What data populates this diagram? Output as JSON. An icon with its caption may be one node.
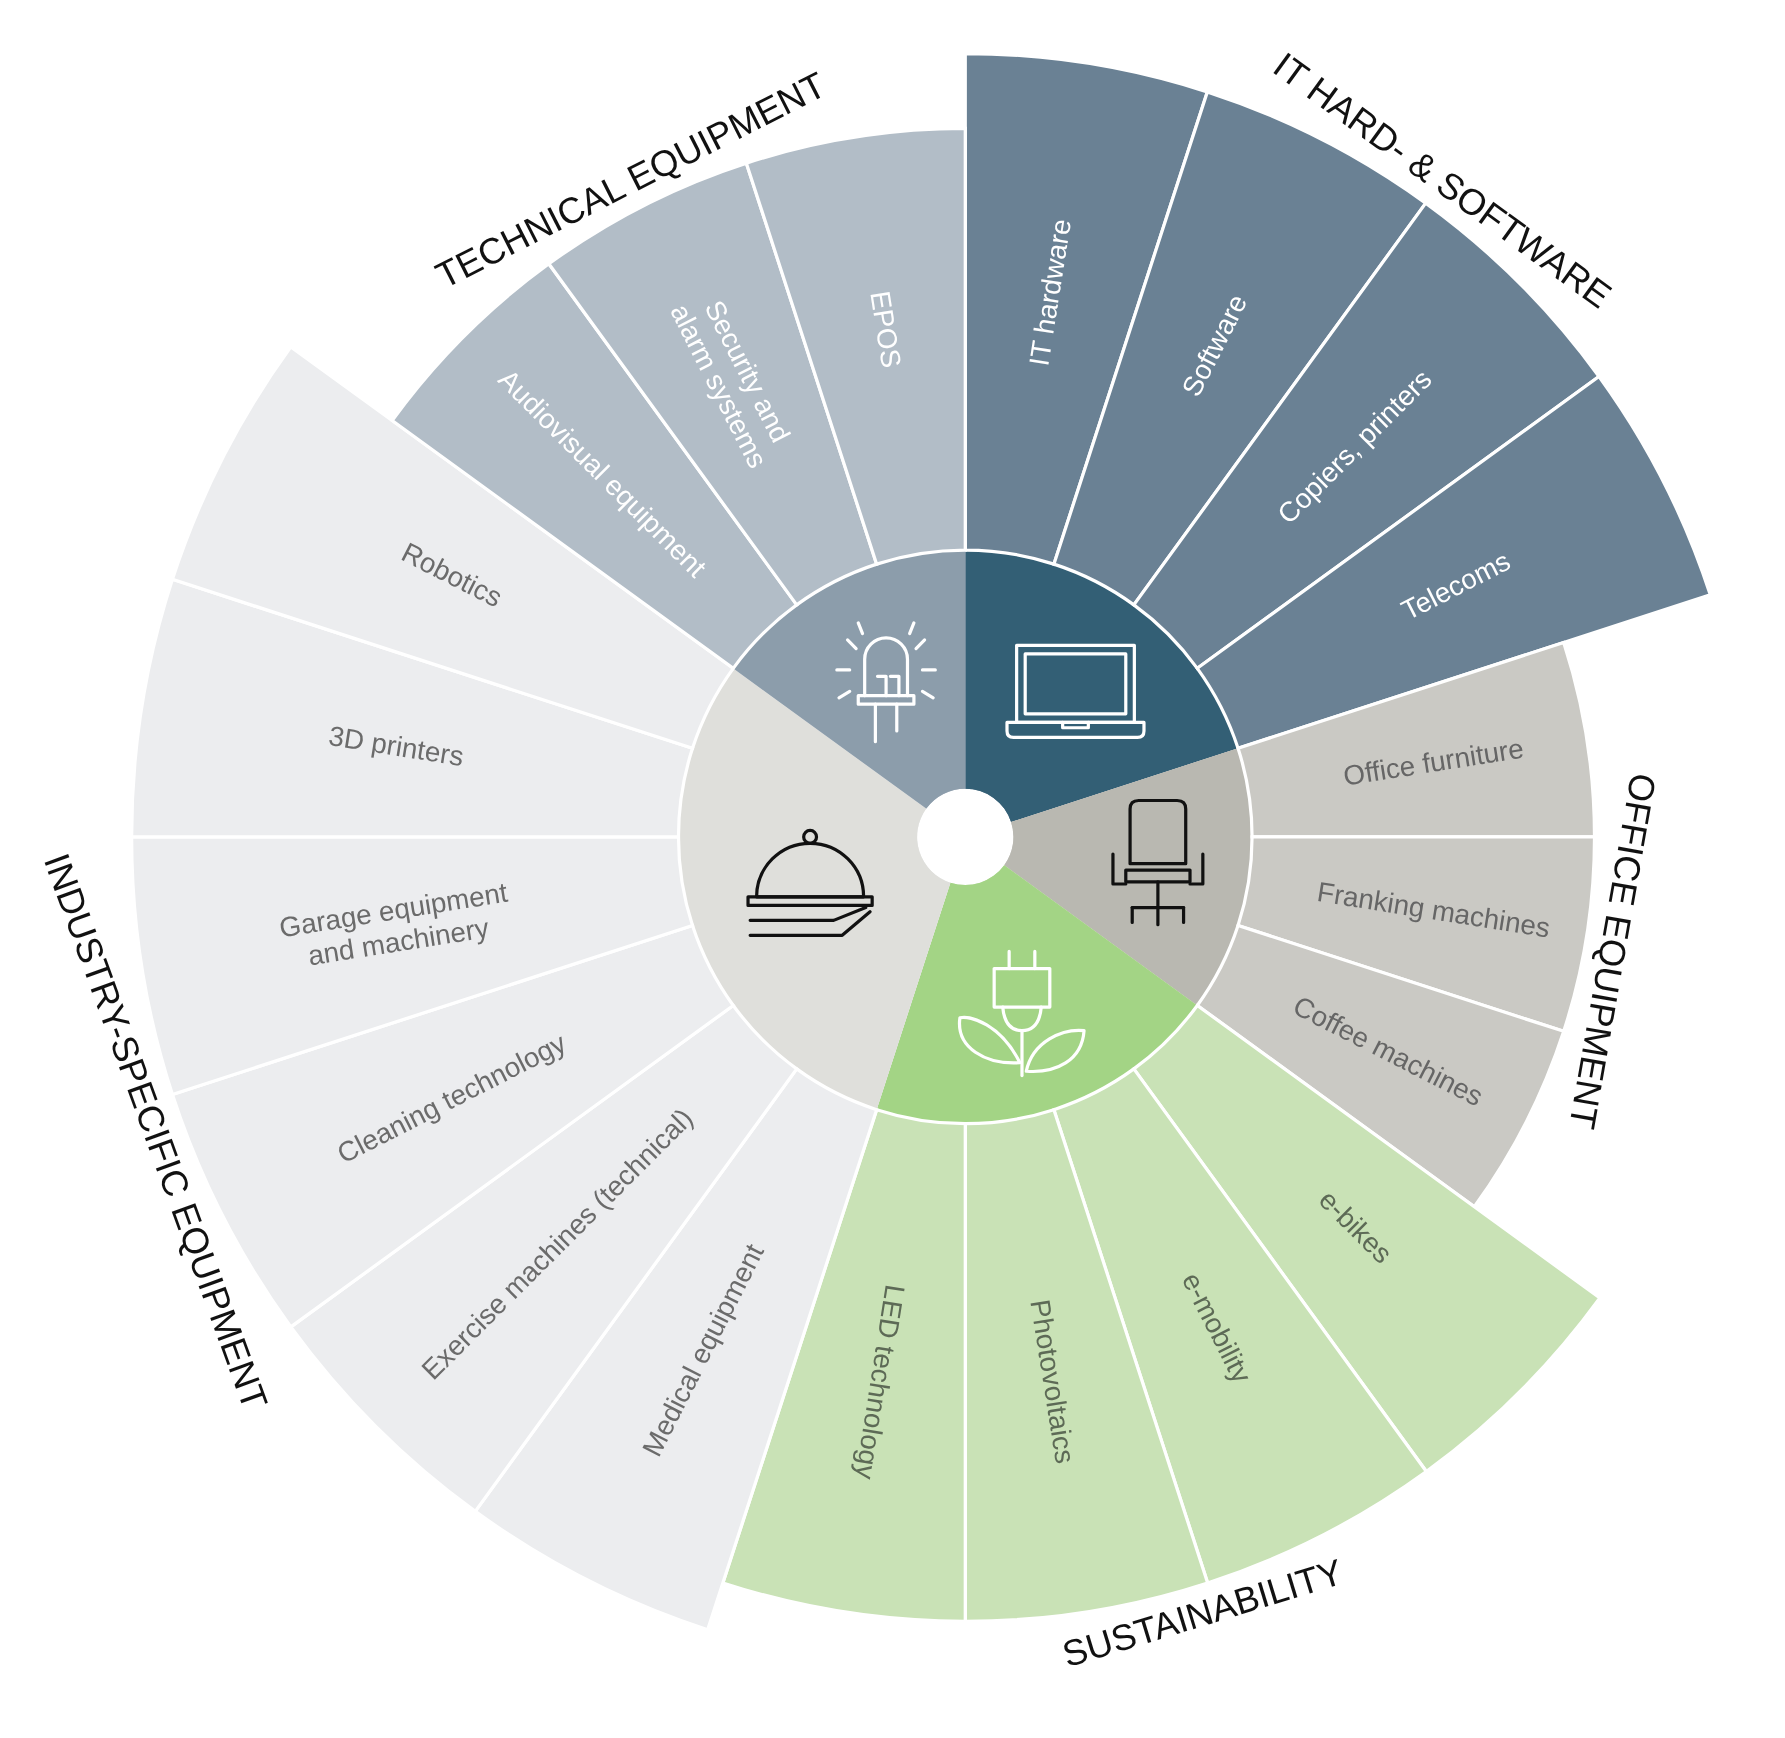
{
  "diagram": {
    "nodes": [
      {
        "text": [
          "IT HARD- & SOFTWARE"
        ]
      },
      {
        "text": [
          "IT hardware"
        ],
        "in": 0
      },
      {
        "text": [
          "Software"
        ],
        "in": 0
      },
      {
        "text": [
          "Copiers, printers"
        ],
        "in": 0
      },
      {
        "text": [
          "Telecoms"
        ],
        "in": 0
      },
      {
        "text": [
          "OFFICE EQUIPMENT"
        ]
      },
      {
        "text": [
          "Office furniture"
        ],
        "in": 5
      },
      {
        "text": [
          "Franking machines"
        ],
        "in": 5
      },
      {
        "text": [
          "Coffee machines"
        ],
        "in": 5
      },
      {
        "text": [
          "SUSTAINABILITY"
        ]
      },
      {
        "text": [
          "e-bikes"
        ],
        "in": 9
      },
      {
        "text": [
          "e-mobility"
        ],
        "in": 9
      },
      {
        "text": [
          "Photovoltaics"
        ],
        "in": 9
      },
      {
        "text": [
          "LED technology"
        ],
        "in": 9
      },
      {
        "text": [
          "INDUSTRY-SPECIFIC EQUIPMENT"
        ]
      },
      {
        "text": [
          "Medical equipment"
        ],
        "in": 14
      },
      {
        "text": [
          "Exercise machines (technical)"
        ],
        "in": 14
      },
      {
        "text": [
          "Cleaning technology"
        ],
        "in": 14
      },
      {
        "text": [
          "Garage equipment and machinery"
        ],
        "in": 14
      },
      {
        "text": [
          "3D printers"
        ],
        "in": 14
      },
      {
        "text": [
          "Robotics"
        ],
        "in": 14
      },
      {
        "text": [
          "TECHNICAL EQUIPMENT"
        ]
      },
      {
        "text": [
          "Audiovisual equipment"
        ],
        "in": 21
      },
      {
        "text": [
          "Security and alarm systems"
        ],
        "in": 21
      },
      {
        "text": [
          "EPOS"
        ],
        "in": 21
      }
    ]
  }
}
